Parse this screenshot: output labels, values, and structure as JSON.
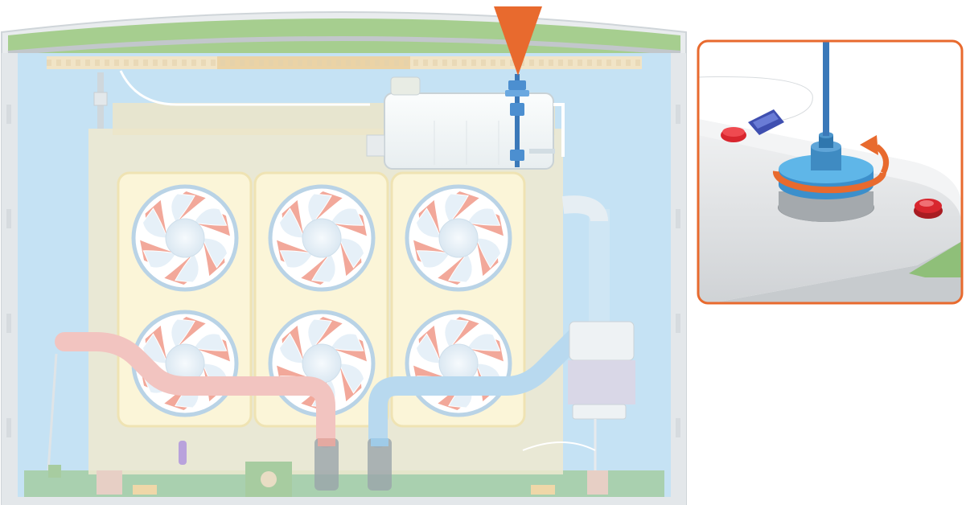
{
  "diagram": {
    "subject": "fan-unit-cutaway",
    "fans": [
      {
        "row": 0,
        "col": 0
      },
      {
        "row": 0,
        "col": 1
      },
      {
        "row": 0,
        "col": 2
      },
      {
        "row": 1,
        "col": 0
      },
      {
        "row": 1,
        "col": 1
      },
      {
        "row": 1,
        "col": 2
      }
    ],
    "callout_pointer": "orange-triangle",
    "detail_action": "rotate-cap",
    "colors": {
      "enclosure": "#c5e2f4",
      "roof": "#a6ce8f",
      "fan_panel": "#fbf5d8",
      "fan_blade": "#e6f0f8",
      "fan_accent": "#f2a89a",
      "hot_pipe": "#f2c4c0",
      "cold_pipe": "#b8d9ef",
      "accent_orange": "#e86a2e",
      "cap_blue": "#5fb6e8",
      "connector_blue": "#3f4fb0",
      "button_red": "#d8262e"
    }
  }
}
